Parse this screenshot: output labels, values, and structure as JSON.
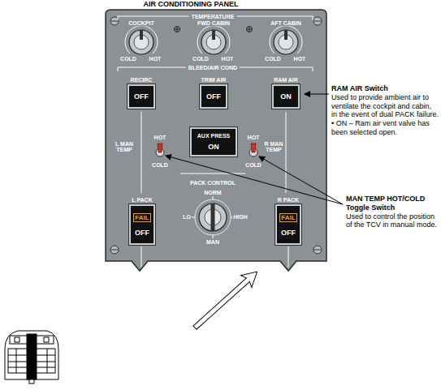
{
  "diagram": {
    "nodes": [
      {
        "text": [
          "TEMPERATURE",
          "BLEED/AIR COND"
        ]
      },
      {
        "text": [
          "RECIRC",
          "OFF"
        ],
        "in": 0
      },
      {
        "text": [
          "TRIM AIR",
          "OFF"
        ],
        "in": 0
      },
      {
        "text": [
          "RAM AIR",
          "ON"
        ],
        "in": 0
      },
      {
        "text": [
          "AUX PRESS",
          "ON"
        ],
        "in": 0
      },
      {
        "text": [
          "L PACK",
          "FAIL",
          "OFF"
        ],
        "in": 0
      },
      {
        "text": [
          "R PACK",
          "FAIL",
          "OFF"
        ],
        "in": 0
      }
    ],
    "labels": [
      "AIR CONDITIONING PANEL",
      "COCKPIT",
      "COLD",
      "HOT",
      "FWD CABIN",
      "COLD",
      "HOT",
      "AFT CABIN",
      "COLD",
      "HOT",
      "L MAN TEMP",
      "HOT",
      "COLD",
      "R MAN TEMP",
      "HOT",
      "COLD",
      "PACK CONTROL",
      "NORM",
      "LO",
      "HIGH",
      "MAN",
      "RAM AIR Switch",
      "Used to provide ambient air to ventilate the cockpit and cabin, in the event of dual PACK failure.",
      "• ON – Ram air vent valve has been selected open.",
      "MAN TEMP HOT/COLD Toggle Switch",
      "Used to control the position of the TCV in manual mode."
    ]
  }
}
